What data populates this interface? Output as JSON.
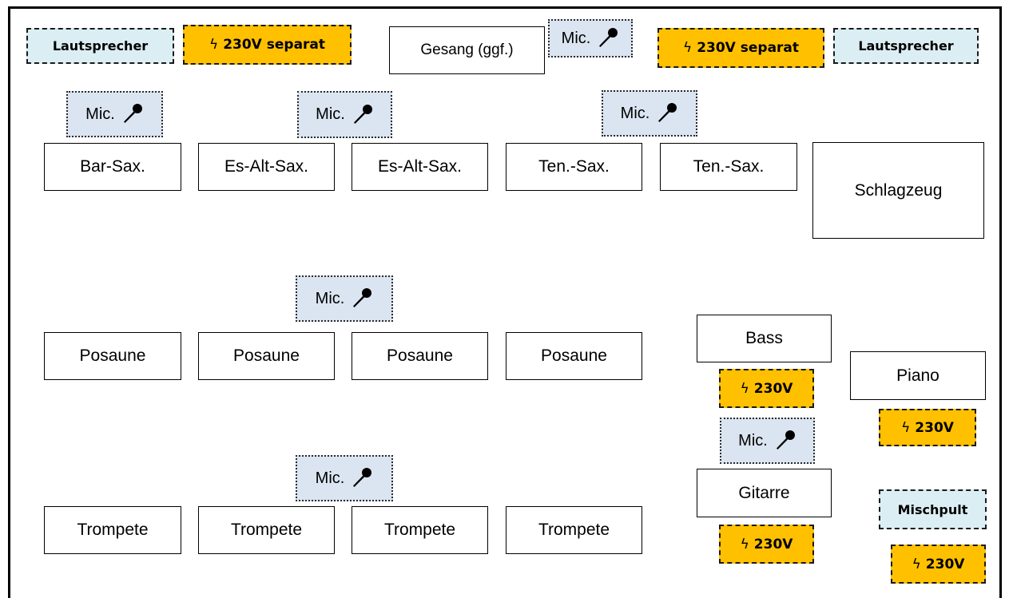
{
  "stage": {
    "vocals": "Gesang (ggf.)",
    "drums": "Schlagzeug",
    "bass": "Bass",
    "piano": "Piano",
    "guitar": "Gitarre",
    "mixer": "Mischpult",
    "speakers": [
      "Lautsprecher",
      "Lautsprecher"
    ],
    "power_separate": "230V separat",
    "power": "230V",
    "mic_label": "Mic.",
    "bolt": "ϟ"
  },
  "rows": {
    "saxophones": [
      "Bar-Sax.",
      "Es-Alt-Sax.",
      "Es-Alt-Sax.",
      "Ten.-Sax.",
      "Ten.-Sax."
    ],
    "trombones": [
      "Posaune",
      "Posaune",
      "Posaune",
      "Posaune"
    ],
    "trumpets": [
      "Trompete",
      "Trompete",
      "Trompete",
      "Trompete"
    ]
  },
  "colors": {
    "power_fill": "#ffc000",
    "mic_fill": "#dbe5f1",
    "speaker_fill": "#dbeef3"
  },
  "icons": {
    "mic": "microphone-icon",
    "power": "lightning-bolt-icon"
  }
}
